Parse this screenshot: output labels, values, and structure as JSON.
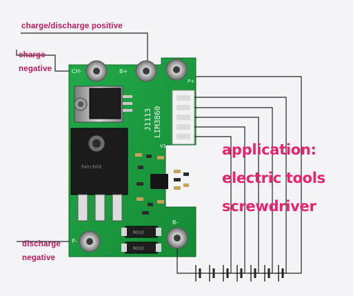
{
  "labels": {
    "charge_discharge_positive": "charge/discharge positive",
    "charge_negative_1": "charge",
    "charge_negative_2": "negative",
    "discharge_negative_1": "discharge",
    "discharge_negative_2": "negative"
  },
  "application": {
    "line1": "application:",
    "line2": "electric tools",
    "line3": "screwdriver"
  },
  "board": {
    "pad_ch_minus": "CH-",
    "pad_b_plus": "B+",
    "pad_p_plus": "P+",
    "pad_p_minus": "P-",
    "pad_b_minus": "B-",
    "chip_marking_1": "J1113",
    "chip_marking_2": "LIM3860",
    "v1_label": "V1",
    "resistor_1": "R010",
    "resistor_2": "R010",
    "mosfet_brand": "Fairchild"
  },
  "colors": {
    "pcb_green": "#1e9e3e",
    "label_pink": "#c2185b",
    "app_pink": "#e8246e",
    "wire": "#222222"
  }
}
